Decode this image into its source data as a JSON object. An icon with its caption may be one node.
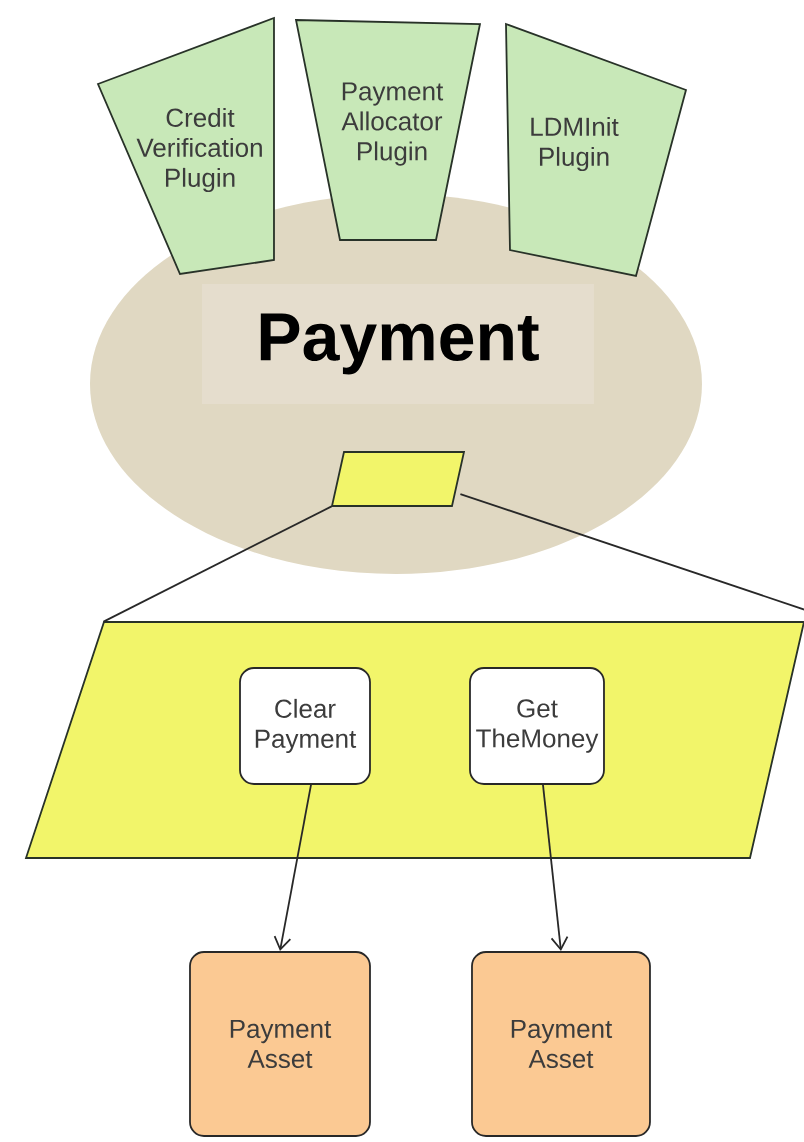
{
  "diagram": {
    "nodes": [
      {
        "text": [
          "Credit Verification Plugin"
        ]
      },
      {
        "text": [
          "Payment Allocator Plugin"
        ]
      },
      {
        "text": [
          "LDMInit Plugin"
        ]
      },
      {
        "text": [
          "Payment"
        ]
      },
      {
        "text": [],
        "shape": "parallelogram",
        "in": 3
      },
      {
        "text": [],
        "shape": "parallelogram"
      },
      {
        "text": [
          "Clear Payment"
        ],
        "in": 5
      },
      {
        "text": [
          "Get TheMoney"
        ],
        "in": 5
      },
      {
        "text": [
          "Payment Asset"
        ]
      },
      {
        "text": [
          "Payment Asset"
        ]
      }
    ],
    "edges": [
      {
        "from": 4,
        "to": 5,
        "arrow": "none"
      },
      {
        "from": 4,
        "to": 5,
        "arrow": "none"
      },
      {
        "from": 6,
        "to": 8,
        "arrow": "to"
      },
      {
        "from": 7,
        "to": 9,
        "arrow": "to"
      }
    ]
  }
}
